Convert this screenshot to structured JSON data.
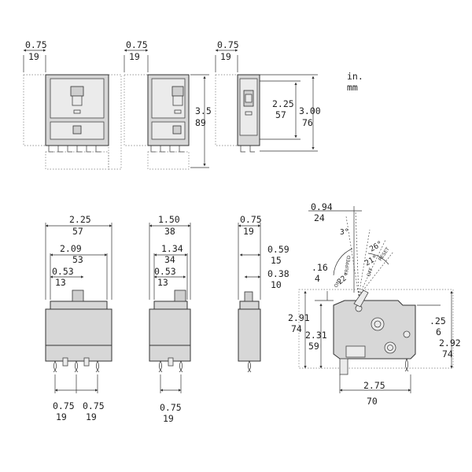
{
  "units": {
    "top": "in.",
    "bottom": "mm"
  },
  "top_views": {
    "three_pole": {
      "width_in": "0.75",
      "width_mm": "19"
    },
    "two_pole": {
      "width_in": "0.75",
      "width_mm": "19",
      "height_in": "3.5",
      "height_mm": "89"
    },
    "side": {
      "width_in": "0.75",
      "width_mm": "19",
      "handle_in": "2.25",
      "handle_mm": "57",
      "height_in": "3.00",
      "height_mm": "76"
    }
  },
  "bottom_views": {
    "three_pole": {
      "overall_in": "2.25",
      "overall_mm": "57",
      "inner_in": "2.09",
      "inner_mm": "53",
      "handle_in": "0.53",
      "handle_mm": "13",
      "pin1_in": "0.75",
      "pin1_mm": "19",
      "pin2_in": "0.75",
      "pin2_mm": "19"
    },
    "two_pole": {
      "overall_in": "1.50",
      "overall_mm": "38",
      "inner_in": "1.34",
      "inner_mm": "34",
      "handle_in": "0.53",
      "handle_mm": "13",
      "pin_in": "0.75",
      "pin_mm": "19"
    },
    "single_pole": {
      "width_in": "0.75",
      "width_mm": "19",
      "a_in": "0.59",
      "a_mm": "15",
      "b_in": "0.38",
      "b_mm": "10"
    },
    "profile": {
      "top_in": "0.94",
      "top_mm": "24",
      "h1_in": "2.91",
      "h1_mm": "74",
      "h2_in": "2.31",
      "h2_mm": "59",
      "offset_in": ".16",
      "offset_mm": "4",
      "right_in": ".25",
      "right_mm": "6",
      "overall_in": "2.92",
      "overall_mm": "74",
      "depth_in": "2.75",
      "depth_mm": "70",
      "angles": {
        "a30": "3°",
        "a22": "22°",
        "a21": "21°",
        "a26": "26°"
      },
      "positions": {
        "tripped": "TRIPPED",
        "on": "ON",
        "off": "OFF",
        "reset": "RESET"
      }
    }
  }
}
